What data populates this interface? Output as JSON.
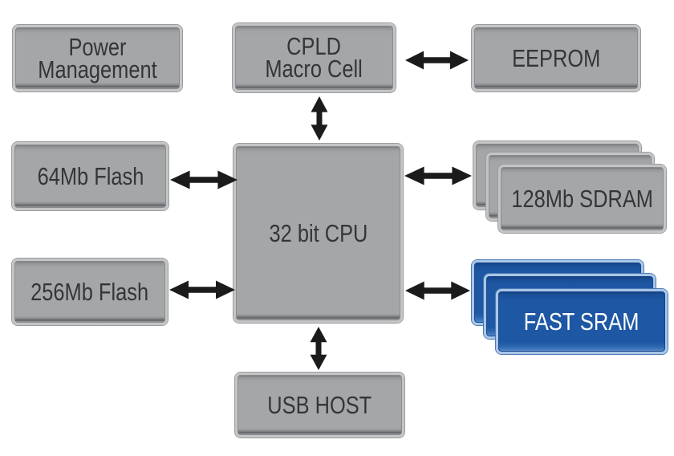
{
  "colors": {
    "background": "#ffffff",
    "gray_box_fill": "#a4a6a8",
    "gray_box_border": "#c4c5c7",
    "blue_box_fill": "#1e57a4",
    "blue_box_border": "#a9c6e7",
    "arrow": "#1b1b1b",
    "gray_text": "#333537",
    "blue_text": "#ffffff"
  },
  "nodes": {
    "power_management": {
      "lines": [
        "Power",
        "Management"
      ]
    },
    "cpld_macro_cell": {
      "lines": [
        "CPLD",
        "Macro Cell"
      ]
    },
    "eeprom": {
      "label": "EEPROM"
    },
    "flash_64mb": {
      "label": "64Mb Flash"
    },
    "cpu": {
      "label": "32 bit CPU"
    },
    "sdram_128mb": {
      "label": "128Mb SDRAM"
    },
    "flash_256mb": {
      "label": "256Mb Flash"
    },
    "fast_sram": {
      "label": "FAST SRAM"
    },
    "usb_host": {
      "label": "USB HOST"
    }
  },
  "connections": [
    {
      "from": "cpld_macro_cell",
      "to": "eeprom",
      "type": "bidirectional"
    },
    {
      "from": "cpld_macro_cell",
      "to": "cpu",
      "type": "bidirectional"
    },
    {
      "from": "flash_64mb",
      "to": "cpu",
      "type": "bidirectional"
    },
    {
      "from": "cpu",
      "to": "sdram_128mb",
      "type": "bidirectional"
    },
    {
      "from": "flash_256mb",
      "to": "cpu",
      "type": "bidirectional"
    },
    {
      "from": "cpu",
      "to": "fast_sram",
      "type": "bidirectional"
    },
    {
      "from": "cpu",
      "to": "usb_host",
      "type": "bidirectional"
    }
  ]
}
